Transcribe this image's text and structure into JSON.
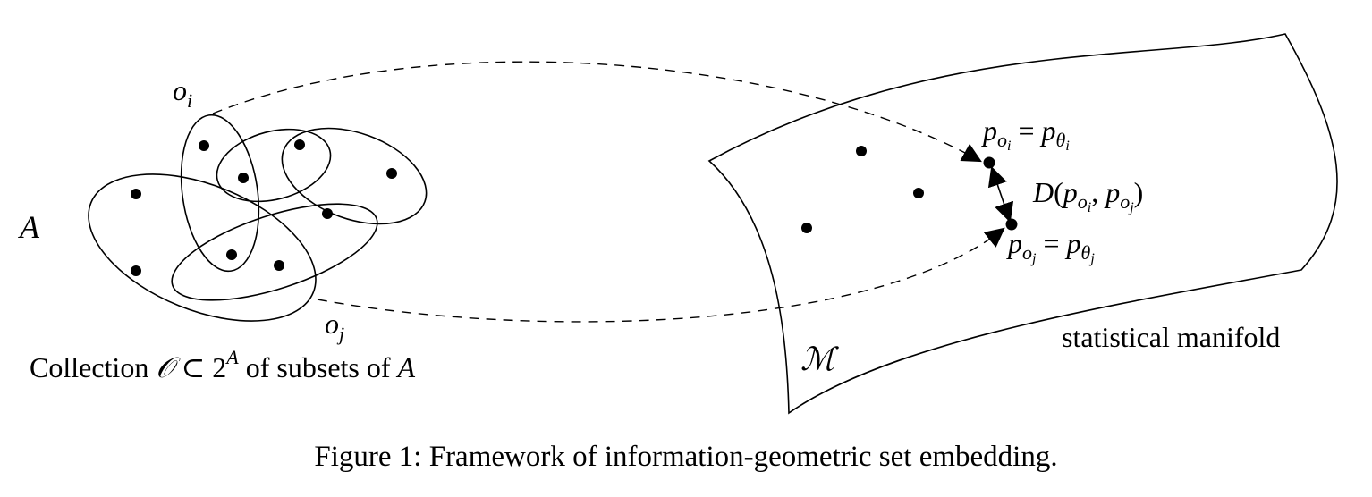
{
  "caption": "Figure 1: Framework of information-geometric set embedding.",
  "left": {
    "set_label": "A",
    "subset_i": {
      "base": "o",
      "sub": "i"
    },
    "subset_j": {
      "base": "o",
      "sub": "j"
    },
    "collection": {
      "prefix": "Collection ",
      "calO": "𝒪",
      "subset_sym": " ⊂ 2",
      "power": "A",
      "mid": " of subsets of ",
      "A": "A"
    }
  },
  "right": {
    "manifold_symbol": "ℳ",
    "manifold_label": "statistical manifold",
    "p_i": {
      "p": "p",
      "o": "o",
      "i": "i",
      "eq": " = ",
      "p2": "p",
      "theta": "θ",
      "ti": "i"
    },
    "p_j": {
      "p": "p",
      "o": "o",
      "j": "j",
      "eq": " = ",
      "p2": "p",
      "theta": "θ",
      "tj": "j"
    },
    "divergence": {
      "D": "D",
      "open": "(",
      "p1": "p",
      "o1": "o",
      "i": "i",
      "comma": ", ",
      "p2": "p",
      "o2": "o",
      "j": "j",
      "close": ")"
    }
  }
}
